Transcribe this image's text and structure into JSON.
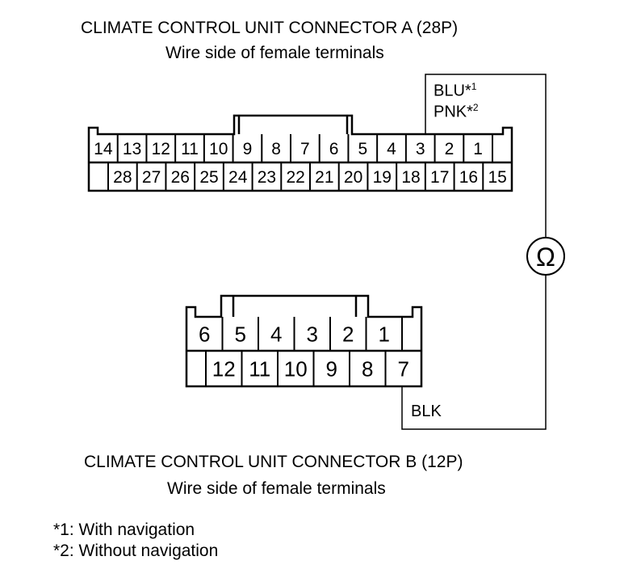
{
  "connector_a": {
    "title": "CLIMATE CONTROL UNIT CONNECTOR A (28P)",
    "subtitle": "Wire side of female terminals",
    "top_row": [
      "14",
      "13",
      "12",
      "11",
      "10",
      "9",
      "8",
      "7",
      "6",
      "5",
      "4",
      "3",
      "2",
      "1"
    ],
    "bottom_row": [
      "28",
      "27",
      "26",
      "25",
      "24",
      "23",
      "22",
      "21",
      "20",
      "19",
      "18",
      "17",
      "16",
      "15"
    ],
    "wire_1": "BLU*",
    "wire_1_sup": "1",
    "wire_2": "PNK*",
    "wire_2_sup": "2",
    "probe_terminal": "3"
  },
  "connector_b": {
    "title": "CLIMATE CONTROL UNIT CONNECTOR B (12P)",
    "subtitle": "Wire side of female terminals",
    "top_row": [
      "6",
      "5",
      "4",
      "3",
      "2",
      "1"
    ],
    "bottom_row": [
      "12",
      "11",
      "10",
      "9",
      "8",
      "7"
    ],
    "wire": "BLK",
    "probe_terminal": "7"
  },
  "meter_symbol": "Ω",
  "notes": [
    "*1: With navigation",
    "*2: Without navigation"
  ]
}
